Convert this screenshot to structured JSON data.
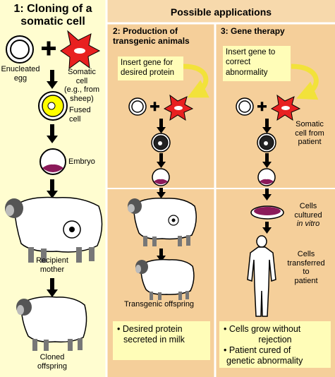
{
  "section1": {
    "title_line1": "1: Cloning of a",
    "title_line2": "somatic cell",
    "enucleated_egg_line1": "Enucleated",
    "enucleated_egg_line2": "egg",
    "somatic_cell_line1": "Somatic",
    "somatic_cell_line2": "cell",
    "somatic_cell_line3": "(e.g., from",
    "somatic_cell_line4": "sheep)",
    "fused_cell_line1": "Fused",
    "fused_cell_line2": "cell",
    "embryo": "Embryo",
    "recipient_line1": "Recipient",
    "recipient_line2": "mother",
    "cloned_line1": "Cloned",
    "cloned_line2": "offspring"
  },
  "header": {
    "title": "Possible applications"
  },
  "section2": {
    "title_line1": "2: Production of",
    "title_line2": "transgenic animals",
    "insert_line1": "Insert gene for",
    "insert_line2": "desired protein",
    "offspring_label": "Transgenic offspring",
    "result_line1": "• Desired protein",
    "result_line2": "secreted in milk"
  },
  "section3": {
    "title": "3: Gene therapy",
    "insert_line1": "Insert gene to",
    "insert_line2": "correct",
    "insert_line3": "abnormality",
    "somatic_line1": "Somatic",
    "somatic_line2": "cell from",
    "somatic_line3": "patient",
    "cultured_line1": "Cells",
    "cultured_line2": "cultured",
    "cultured_line3": "in vitro",
    "transferred_line1": "Cells",
    "transferred_line2": "transferred",
    "transferred_line3": "to",
    "transferred_line4": "patient",
    "result1_line1": "• Cells grow without",
    "result1_line2": "rejection",
    "result2_line1": "• Patient cured of",
    "result2_line2": "genetic abnormality"
  },
  "colors": {
    "panel": "#f5cf9a",
    "left_panel": "#fffdd0",
    "box": "#fffdb8",
    "somatic_cell": "#e82020",
    "arrow_curve": "#f2e23a"
  }
}
